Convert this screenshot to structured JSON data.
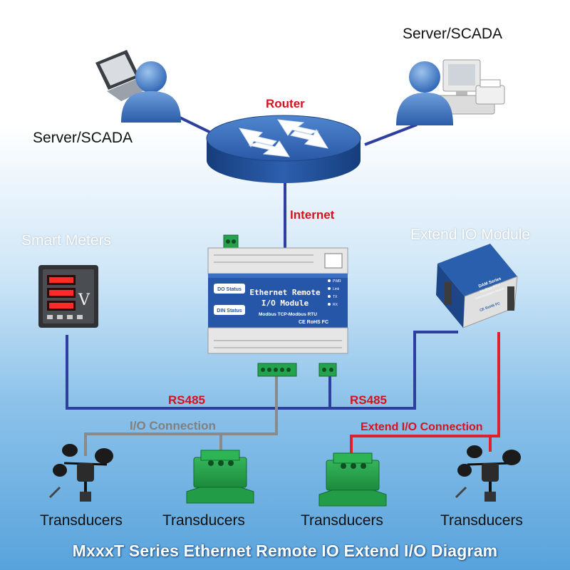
{
  "labels": {
    "server_left": "Server/SCADA",
    "server_right": "Server/SCADA",
    "router": "Router",
    "internet": "Internet",
    "smart_meters": "Smart Meters",
    "extend_io_module": "Extend IO Module",
    "rs485_left": "RS485",
    "rs485_right": "RS485",
    "io_connection": "I/O Connection",
    "extend_io_connection": "Extend I/O Connection",
    "transducer_1": "Transducers",
    "transducer_2": "Transducers",
    "transducer_3": "Transducers",
    "transducer_4": "Transducers"
  },
  "main_module": {
    "name_line1": "Ethernet Remote",
    "name_line2": "I/O Module",
    "protocol": "Modbus TCP-Modbus RTU",
    "do_status": "DO Status",
    "din_status": "DIN Status",
    "leds": [
      "PWR",
      "Link",
      "TX",
      "RX"
    ],
    "certs": "CE RoHS FC"
  },
  "extend_module": {
    "series": "DAM Series",
    "line2": "Modbus RTU",
    "line3": "Data Acquisition Module",
    "certs": "CE RoHS FC"
  },
  "meter_unit": "V",
  "title": "MxxxT Series Ethernet Remote IO Extend I/O Diagram",
  "colors": {
    "network_line": "#2e3f9e",
    "io_line": "#8a8a8a",
    "extend_line": "#e0202a",
    "device_blue": "#2656a8",
    "terminal_green": "#23a34b"
  }
}
